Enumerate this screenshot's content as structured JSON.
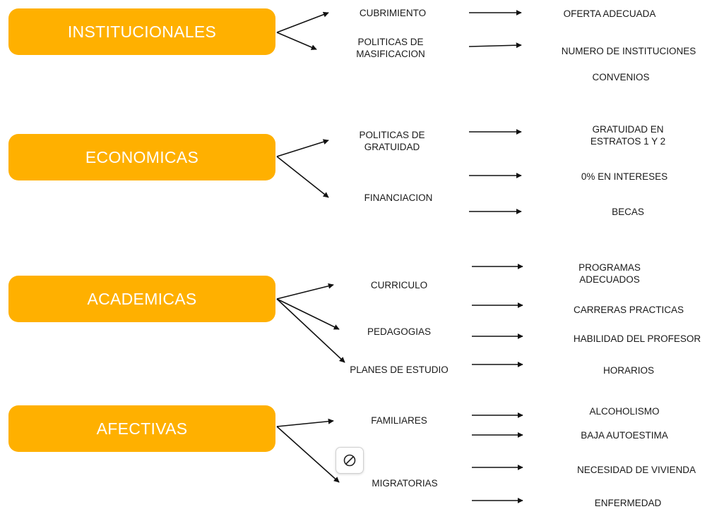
{
  "categories": {
    "institucionales": "INSTITUCIONALES",
    "economicas": "ECONOMICAS",
    "academicas": "ACADEMICAS",
    "afectivas": "AFECTIVAS"
  },
  "factors": {
    "cubrimiento": "CUBRIMIENTO",
    "politicas_masificacion": [
      "POLITICAS DE",
      "MASIFICACION"
    ],
    "politicas_gratuidad": [
      "POLITICAS DE",
      "GRATUIDAD"
    ],
    "financiacion": "FINANCIACION",
    "curriculo": "CURRICULO",
    "pedagogias": "PEDAGOGIAS",
    "planes_estudio": "PLANES DE ESTUDIO",
    "familiares": "FAMILIARES",
    "migratorias": "MIGRATORIAS"
  },
  "outcomes": {
    "oferta_adecuada": "OFERTA ADECUADA",
    "numero_instituciones": "NUMERO DE INSTITUCIONES",
    "convenios": "CONVENIOS",
    "gratuidad_estratos": [
      "GRATUIDAD EN",
      "ESTRATOS 1 Y 2"
    ],
    "intereses": "0% EN INTERESES",
    "becas": "BECAS",
    "programas_adecuados": [
      "PROGRAMAS",
      "ADECUADOS"
    ],
    "carreras_practicas": "CARRERAS PRACTICAS",
    "habilidad_profesor": "HABILIDAD DEL PROFESOR",
    "horarios": "HORARIOS",
    "alcoholismo": "ALCOHOLISMO",
    "baja_autoestima": "BAJA AUTOESTIMA",
    "necesidad_vivienda": "NECESIDAD DE VIVIENDA",
    "enfermedad": "ENFERMEDAD"
  },
  "colors": {
    "category_fill": "#FFB000",
    "category_text": "#FFFFFF",
    "arrow": "#111111"
  },
  "overlay_icon": "prohibited-icon"
}
